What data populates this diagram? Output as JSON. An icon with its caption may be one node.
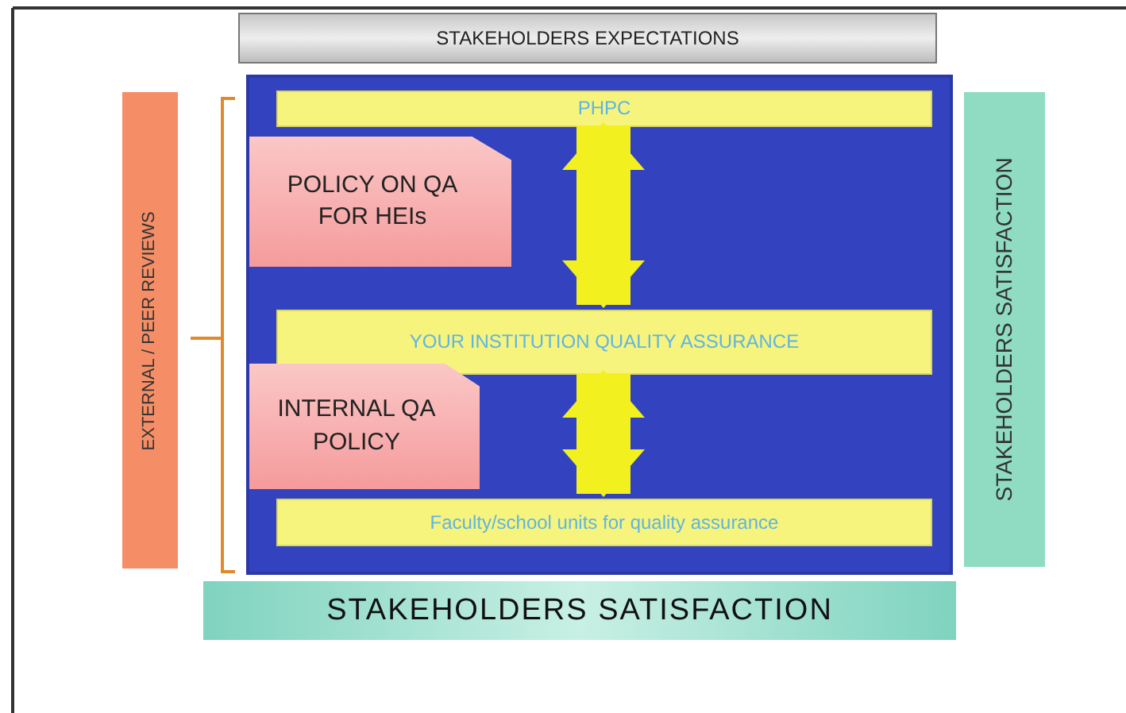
{
  "diagram": {
    "nodes": [
      {
        "text": [
          "STAKEHOLDERS EXPECTATIONS"
        ]
      },
      {
        "text": [],
        "shape": "box"
      },
      {
        "text": [
          "PHPC"
        ],
        "in": 1
      },
      {
        "text": [
          "POLICY ON QA FOR HEIs"
        ],
        "in": 1
      },
      {
        "text": [
          "YOUR INSTITUTION QUALITY ASSURANCE"
        ],
        "in": 1
      },
      {
        "text": [
          "INTERNAL QA POLICY"
        ],
        "in": 1
      },
      {
        "text": [
          "Faculty/school units for quality assurance"
        ],
        "in": 1
      },
      {
        "text": [
          "EXTERNAL / PEER REVIEWS"
        ]
      },
      {
        "text": [
          "STAKEHOLDERS SATISFACTION"
        ]
      },
      {
        "text": [
          "STAKEHOLDERS SATISFACTION"
        ]
      }
    ],
    "edges": [
      {
        "from": 2,
        "to": 4,
        "arrow": "both"
      },
      {
        "from": 4,
        "to": 6,
        "arrow": "both"
      }
    ]
  }
}
